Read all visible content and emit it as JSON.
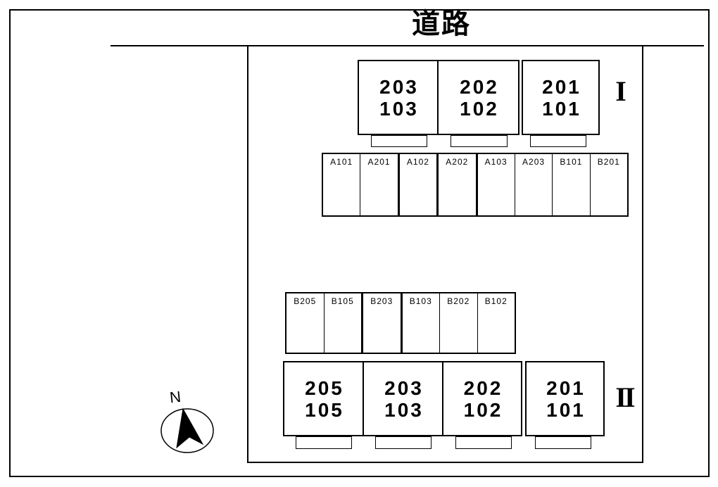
{
  "road": {
    "label": "道路"
  },
  "buildings": [
    {
      "name": "I",
      "units": [
        {
          "upper": "203",
          "lower": "103"
        },
        {
          "upper": "202",
          "lower": "102"
        },
        {
          "upper": "201",
          "lower": "101"
        }
      ]
    },
    {
      "name": "II",
      "units": [
        {
          "upper": "205",
          "lower": "105"
        },
        {
          "upper": "203",
          "lower": "103"
        },
        {
          "upper": "202",
          "lower": "102"
        },
        {
          "upper": "201",
          "lower": "101"
        }
      ]
    }
  ],
  "parking": {
    "row_a": [
      "A101",
      "A201",
      "A102",
      "A202",
      "A103",
      "A203",
      "B101",
      "B201"
    ],
    "row_b": [
      "B205",
      "B105",
      "B203",
      "B103",
      "B202",
      "B102"
    ]
  },
  "compass": {
    "north_label": "N"
  },
  "colors": {
    "line": "#000000",
    "background": "#ffffff"
  }
}
